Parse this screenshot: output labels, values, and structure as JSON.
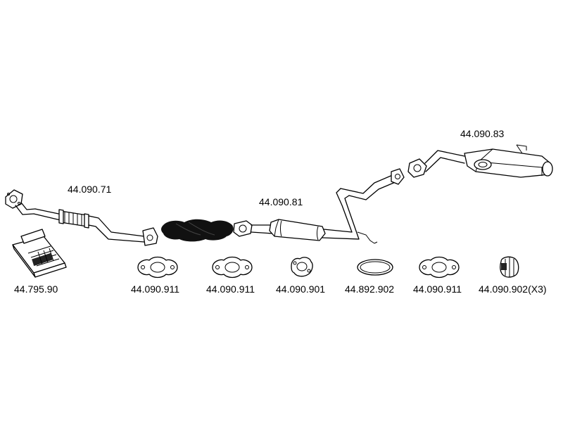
{
  "parts": {
    "front_pipe": "44.090.71",
    "catalytic_converter": "",
    "middle_silencer": "44.090.81",
    "rear_silencer": "44.090.83",
    "mounting_kit": "44.795.90",
    "gasket_1": "44.090.911",
    "gasket_2": "44.090.911",
    "gasket_3": "44.090.901",
    "ring_gasket": "44.892.902",
    "gasket_4": "44.090.911",
    "rubber_mount": "44.090.902(X3)"
  },
  "colors": {
    "line": "#000000",
    "background": "#ffffff"
  }
}
